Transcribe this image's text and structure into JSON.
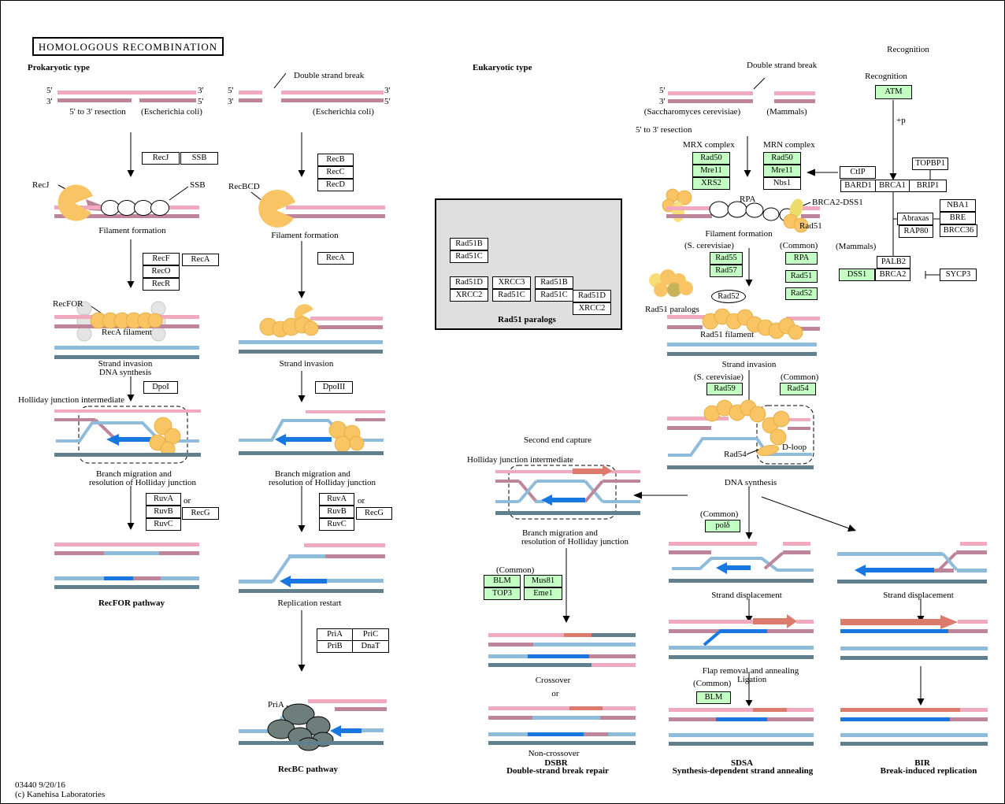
{
  "header": {
    "title": "HOMOLOGOUS  RECOMBINATION"
  },
  "sections": {
    "prokaryotic": "Prokaryotic type",
    "eukaryotic": "Eukaryotic type"
  },
  "footer": {
    "map_id": "03440 9/20/16",
    "copyright": "(c) Kanehisa Laboratories"
  },
  "colors": {
    "gene_green": "#c4ffc4",
    "strand_pink": "#f0a9be",
    "strand_mauve": "#be8499",
    "strand_blue_light": "#8fbcdb",
    "strand_slate": "#61808e",
    "arrow_blue": "#1877e0",
    "arrow_salmon": "#dc7a6b",
    "protein_orange": "#f9c463",
    "box_gray": "#dfdfdf"
  },
  "recfor": {
    "ends": {
      "tl": "5'",
      "tr": "3'",
      "bl": "3'",
      "br": "5'"
    },
    "resection": "5' to 3' resection",
    "organism": "(Escherichia coli)",
    "boxes": {
      "recj": "RecJ",
      "ssb": "SSB",
      "recf": "RecF",
      "reco": "RecO",
      "recr": "RecR",
      "reca": "RecA",
      "dpo1": "DpoI",
      "ruva": "RuvA",
      "ruvb": "RuvB",
      "ruvc": "RuvC",
      "recg": "RecG"
    },
    "labels": {
      "recj": "RecJ",
      "ssb": "SSB",
      "filament_formation": "Filament formation",
      "recfor": "RecFOR",
      "reca_filament": "RecA filament",
      "strand_invasion": "Strand invasion",
      "dna_synthesis": "DNA synthesis",
      "hj_intermediate": "Holliday junction intermediate",
      "branch_1": "Branch migration and",
      "branch_2": "resolution of Holliday junction",
      "or": "or",
      "pathway": "RecFOR pathway"
    }
  },
  "recbc": {
    "dsb": "Double strand break",
    "ends": {
      "tl": "5'",
      "tr": "3'",
      "bl": "3'",
      "br": "5'"
    },
    "organism": "(Escherichia coli)",
    "boxes": {
      "recb": "RecB",
      "recc": "RecC",
      "recd": "RecD",
      "reca": "RecA",
      "dpo3": "DpoIII",
      "ruva": "RuvA",
      "ruvb": "RuvB",
      "ruvc": "RuvC",
      "recg": "RecG",
      "pria": "PriA",
      "pric": "PriC",
      "prib": "PriB",
      "dnat": "DnaT"
    },
    "labels": {
      "recbcd": "RecBCD",
      "filament_formation": "Filament formation",
      "strand_invasion": "Strand invasion",
      "branch_1": "Branch migration and",
      "branch_2": "resolution of Holliday junction",
      "or": "or",
      "replication_restart": "Replication restart",
      "pria": "PriA",
      "pathway": "RecBC pathway"
    }
  },
  "paralogs": {
    "title": "Rad51 paralogs",
    "pairs": [
      [
        "Rad51B",
        "Rad51C"
      ],
      [
        "Rad51D",
        "XRCC2"
      ],
      [
        "XRCC3",
        "Rad51C"
      ],
      [
        "Rad51B",
        "Rad51C"
      ],
      [
        "Rad51D",
        "XRCC2"
      ]
    ]
  },
  "euk": {
    "dsb": "Double strand break",
    "ends": {
      "t": "5'",
      "b": "3'"
    },
    "yeast": "(Saccharomyces cerevisiae)",
    "mammals": "(Mammals)",
    "resection": "5' to 3' resection",
    "mrx_label": "MRX complex",
    "mrn_label": "MRN complex",
    "mrx": [
      "Rad50",
      "Mre11",
      "XRS2"
    ],
    "mrn": [
      "Rad50",
      "Mre11",
      "Nbs1"
    ],
    "recognition_top": "Recognition",
    "recognition": "Recognition",
    "atm": "ATM",
    "plus_p": "+p",
    "topbp1": "TOPBP1",
    "ctip": "CtIP",
    "bard1": "BARD1",
    "brca1": "BRCA1",
    "brip1": "BRIP1",
    "abraxas": "Abraxas",
    "rap80": "RAP80",
    "nba1": "NBA1",
    "bre": "BRE",
    "brcc36": "BRCC36",
    "rpa_label": "RPA",
    "brca2_dss1": "BRCA2-DSS1",
    "rad51_label": "Rad51",
    "filament_formation": "Filament formation",
    "s_cerevisiae": "(S. cerevisiae)",
    "common": "(Common)",
    "mammals2": "(Mammals)",
    "rad55": "Rad55",
    "rad57": "Rad57",
    "rpa": "RPA",
    "rad51": "Rad51",
    "rad52": "Rad52",
    "palb2": "PALB2",
    "dss1": "DSS1",
    "brca2": "BRCA2",
    "sycp3": "SYCP3",
    "rad52_oval": "Rad52",
    "rad51_paralogs": "Rad51 paralogs",
    "rad51_filament": "Rad51 filament",
    "strand_invasion": "Strand invasion",
    "s_cerevisiae2": "(S. cerevisiae)",
    "common2": "(Common)",
    "rad59": "Rad59",
    "rad54": "Rad54",
    "rad54_label": "Rad54",
    "d_loop": "D-loop",
    "dna_synthesis": "DNA synthesis"
  },
  "dsbr": {
    "second_end_capture": "Second end capture",
    "hj_intermediate": "Holliday junction intermediate",
    "branch_1": "Branch migration and",
    "branch_2": "resolution of Holliday junction",
    "common": "(Common)",
    "blm": "BLM",
    "top3": "TOP3",
    "mus81": "Mus81",
    "eme1": "Eme1",
    "crossover": "Crossover",
    "or": "or",
    "non_crossover": "Non-crossover",
    "abbr": "DSBR",
    "name": "Double-strand break repair"
  },
  "sdsa": {
    "common1": "(Common)",
    "pold": "polδ",
    "strand_displacement": "Strand displacement",
    "flap": "Flap removal and annealing",
    "common2": "(Common)",
    "ligation": "Ligation",
    "blm": "BLM",
    "abbr": "SDSA",
    "name": "Synthesis-dependent strand annealing"
  },
  "bir": {
    "strand_displacement": "Strand displacement",
    "abbr": "BIR",
    "name": "Break-induced replication"
  }
}
